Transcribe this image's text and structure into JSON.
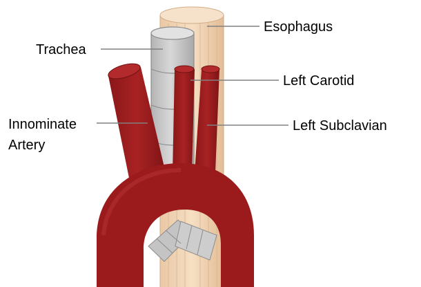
{
  "labels": {
    "esophagus": "Esophagus",
    "trachea": "Trachea",
    "left_carotid": "Left Carotid",
    "innominate_line1": "Innominate",
    "innominate_line2": "Artery",
    "left_subclavian": "Left Subclavian"
  },
  "colors": {
    "artery": "#9b1b1c",
    "artery_dark": "#6e1112",
    "artery_light": "#b22a2b",
    "trachea": "#c6c6c6",
    "trachea_light": "#d9d9d9",
    "trachea_edge": "#8c8c8c",
    "esophagus": "#f0d4b4",
    "esophagus_line": "#d6b08c",
    "leader": "#808080"
  }
}
